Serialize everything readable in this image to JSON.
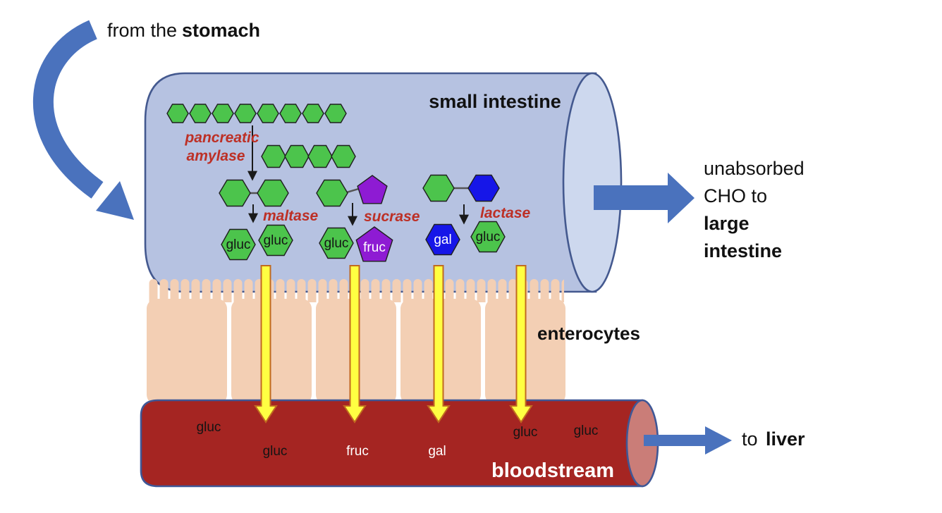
{
  "annotations": {
    "from_stomach": {
      "text": "from the",
      "bold_text": "stomach"
    },
    "unabsorbed_cho": {
      "line1": "unabsorbed",
      "line2": "CHO to",
      "line3_bold": "large",
      "line4_bold": "intestine"
    },
    "to_liver": {
      "text": "to",
      "bold_text": "liver"
    }
  },
  "small_intestine": {
    "label": "small intestine",
    "starch_chain_units": 8,
    "oligosaccharide_units": 4,
    "enzymes": {
      "amylase_line1": "pancreatic",
      "amylase_line2": "amylase",
      "maltase": "maltase",
      "sucrase": "sucrase",
      "lactase": "lactase"
    },
    "monosaccharides": {
      "glucose": "gluc",
      "fructose": "fruc",
      "galactose": "gal"
    }
  },
  "enterocytes": {
    "label": "enterocytes",
    "cell_count": 5,
    "absorption_arrow_count": 4
  },
  "bloodstream": {
    "label": "bloodstream",
    "molecules": [
      "gluc",
      "gluc",
      "fruc",
      "gal",
      "gluc",
      "gluc"
    ]
  },
  "colors": {
    "intestine_fill": "#b6c2e1",
    "intestine_cap_fill": "#cdd8ee",
    "outline_blue": "#44598f",
    "glucose_green": "#4cc44c",
    "fructose_purple": "#8e1bd3",
    "galactose_blue": "#1616e8",
    "enzyme_red": "#bd3026",
    "enterocyte_peach": "#f3cfb4",
    "blood_red": "#a52522",
    "blood_cap_pink": "#ca7d78",
    "flow_arrow_blue": "#4a72bd",
    "absorb_arrow_yellow": "#ffff42",
    "absorb_arrow_outline": "#c06a20"
  }
}
